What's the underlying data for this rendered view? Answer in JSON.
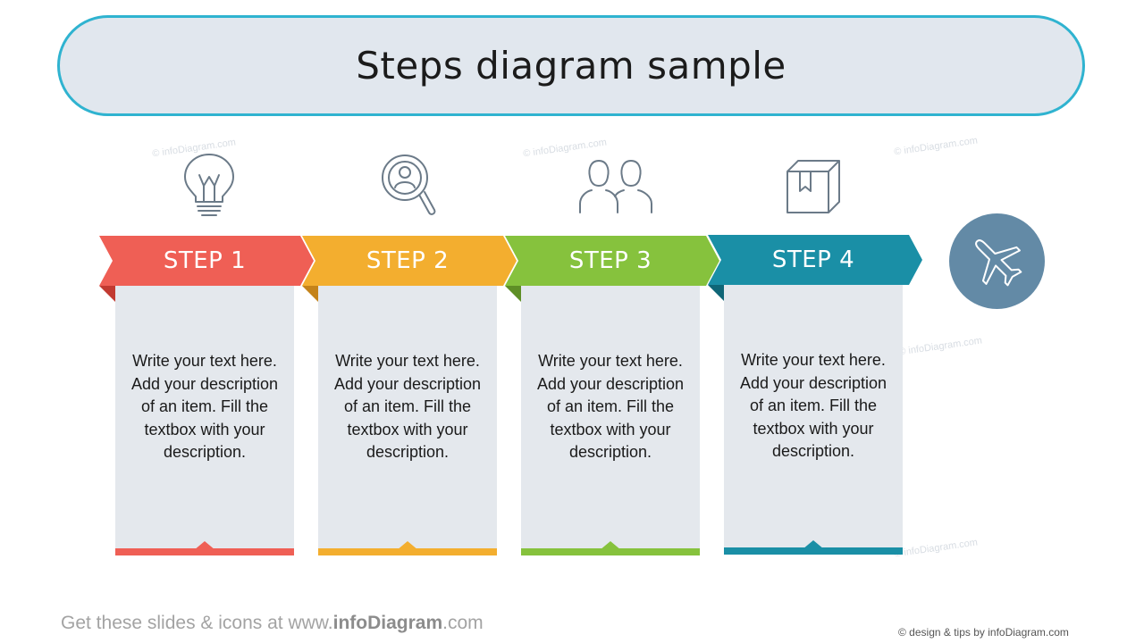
{
  "title": "Steps diagram sample",
  "steps": [
    {
      "label": "STEP 1",
      "text": "Write your text here. Add your description of an item. Fill the textbox with your description.",
      "color": "#ef5f55",
      "dark": "#c23a31",
      "icon": "lightbulb-icon"
    },
    {
      "label": "STEP 2",
      "text": "Write your text here. Add your description of an item. Fill the textbox with your description.",
      "color": "#f3ae2f",
      "dark": "#c4831a",
      "icon": "search-user-icon"
    },
    {
      "label": "STEP 3",
      "text": "Write your text here. Add your description of an item. Fill the textbox with your description.",
      "color": "#86c23d",
      "dark": "#5e8f26",
      "icon": "people-icon"
    },
    {
      "label": "STEP 4",
      "text": "Write your text here. Add your description of an item. Fill the textbox with your description.",
      "color": "#1a8fa6",
      "dark": "#0f6677",
      "icon": "box-icon"
    }
  ],
  "goal": {
    "icon": "airplane-icon",
    "color": "#638aa6"
  },
  "watermark": "© infoDiagram.com",
  "footer": {
    "left_prefix": "Get these slides  & icons at www.",
    "left_brand": "infoDiagram",
    "left_suffix": ".com",
    "right": "© design & tips by infoDiagram.com"
  }
}
